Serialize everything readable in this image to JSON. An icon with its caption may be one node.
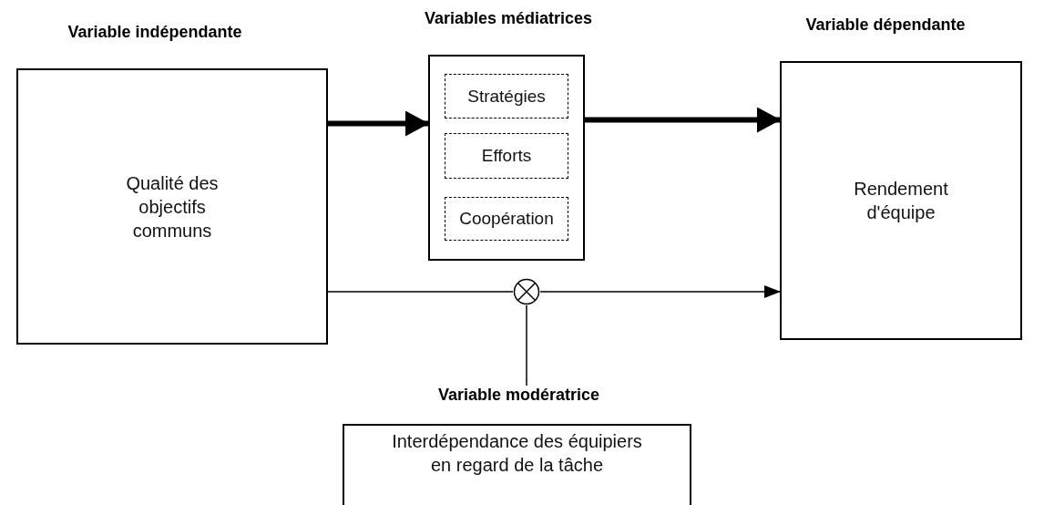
{
  "diagram": {
    "nodes": [
      {
        "text": [
          "Variable indépendante",
          "Qualité des objectifs communs"
        ]
      },
      {
        "text": [
          "Variables médiatrices"
        ]
      },
      {
        "text": [
          "Stratégies"
        ],
        "in": 1
      },
      {
        "text": [
          "Efforts"
        ],
        "in": 1
      },
      {
        "text": [
          "Coopération"
        ],
        "in": 1
      },
      {
        "text": [
          "Variable dépendante",
          "Rendement d'équipe"
        ]
      },
      {
        "text": [],
        "shape": "circle"
      },
      {
        "text": [
          "Variable modératrice",
          "Interdépendance des équipiers en regard de la tâche"
        ]
      }
    ],
    "edges": [
      {
        "from": 0,
        "to": 1,
        "arrow": "to",
        "style": "thick"
      },
      {
        "from": 1,
        "to": 5,
        "arrow": "to",
        "style": "thick"
      },
      {
        "from": 0,
        "to": 6,
        "arrow": "none"
      },
      {
        "from": 6,
        "to": 5,
        "arrow": "to"
      },
      {
        "from": 7,
        "to": 6,
        "arrow": "none"
      }
    ]
  }
}
